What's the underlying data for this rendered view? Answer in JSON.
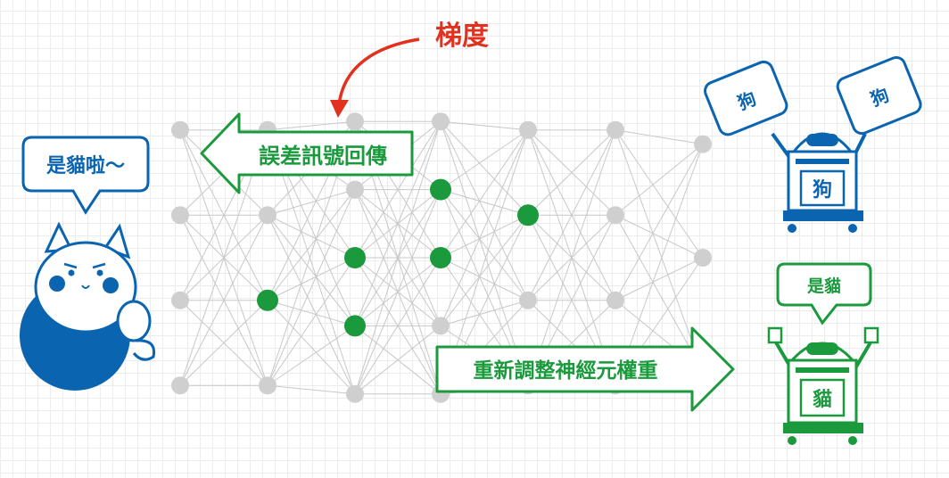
{
  "watermark": "",
  "gradient_label": "梯度",
  "error_signal_label": "誤差訊號回傳",
  "adjust_weights_label": "重新調整神經元權重",
  "cat_speech": "是貓啦～",
  "robot_top": {
    "sign_left": "狗",
    "sign_right": "狗",
    "body_label": "狗"
  },
  "robot_bottom": {
    "speech": "是貓",
    "body_label": "貓"
  },
  "colors": {
    "green": "#1a9a3c",
    "blue": "#0a64b0",
    "red": "#e2321f",
    "node_gray": "#cfcfcf",
    "edge_gray": "#c8c8c8"
  },
  "network": {
    "layers": [
      {
        "nodes": 4,
        "active": []
      },
      {
        "nodes": 4,
        "active": [
          2
        ]
      },
      {
        "nodes": 5,
        "active": [
          2,
          3
        ]
      },
      {
        "nodes": 5,
        "active": [
          1,
          2
        ]
      },
      {
        "nodes": 4,
        "active": [
          1
        ]
      },
      {
        "nodes": 4,
        "active": []
      },
      {
        "nodes": 3,
        "active": []
      }
    ]
  }
}
